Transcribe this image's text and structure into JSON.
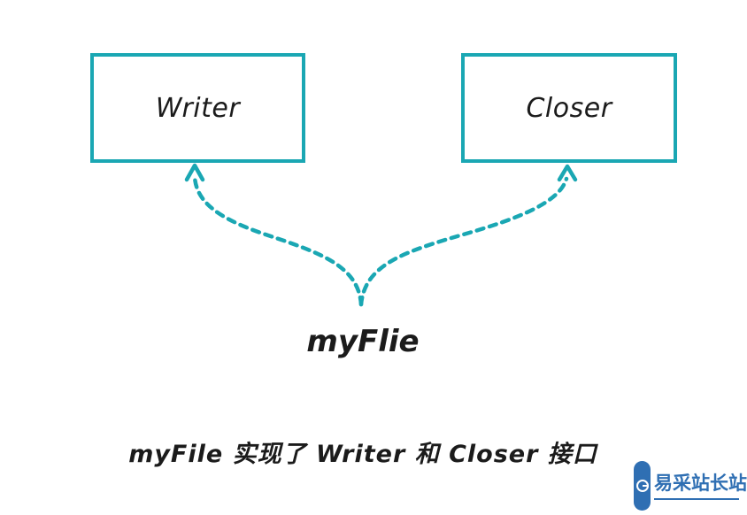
{
  "diagram": {
    "nodes": [
      {
        "id": "writer",
        "label": "Writer"
      },
      {
        "id": "closer",
        "label": "Closer"
      }
    ],
    "implementer": {
      "label": "myFlie"
    },
    "edges": [
      {
        "from": "myFlie",
        "to": "Writer",
        "style": "dashed-arrow"
      },
      {
        "from": "myFlie",
        "to": "Closer",
        "style": "dashed-arrow"
      }
    ],
    "caption": "myFile 实现了 Writer 和 Closer 接口",
    "colors": {
      "accent": "#1aa7b3",
      "text": "#1b1b1b",
      "background": "#ffffff"
    }
  },
  "watermark": {
    "text": "易采站长站",
    "color": "#2f6fb3"
  }
}
